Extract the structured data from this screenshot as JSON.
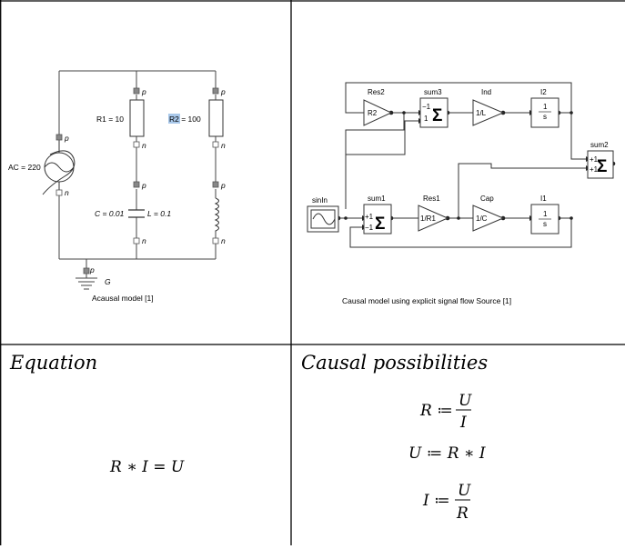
{
  "acausal": {
    "r1_label": "R1 = 10",
    "r2_label": "R2 = 100",
    "ac_label": "AC = 220",
    "c_label": "C = 0.01",
    "l_label": "L = 0.1",
    "port_p": "p",
    "port_n": "n",
    "ground_label": "G",
    "caption": "Acausal model [1]"
  },
  "causal": {
    "blocks": {
      "res2_title": "Res2",
      "res2_gain": "R2",
      "sum3_title": "sum3",
      "sum3_in1": "−1",
      "sum3_in2": "1",
      "ind_title": "Ind",
      "ind_gain": "1/L",
      "i2_title": "I2",
      "i2_num": "1",
      "i2_den": "s",
      "sum2_title": "sum2",
      "sum2_in1": "+1",
      "sum2_in2": "+1",
      "sinin_title": "sinIn",
      "sum1_title": "sum1",
      "sum1_in1": "+1",
      "sum1_in2": "−1",
      "res1_title": "Res1",
      "res1_gain": "1/R1",
      "cap_title": "Cap",
      "cap_gain": "1/C",
      "i1_title": "I1",
      "i1_num": "1",
      "i1_den": "s",
      "sigma": "Σ"
    },
    "caption": "Causal model using explicit signal flow Source [1]"
  },
  "equation": {
    "header": "Equation",
    "formula": "R ∗ I = U"
  },
  "causal_possibilities": {
    "header": "Causal possibilities",
    "r_lhs": "R ≔",
    "r_num": "U",
    "r_den": "I",
    "u_formula": "U ≔ R ∗ I",
    "i_lhs": "I ≔",
    "i_num": "U",
    "i_den": "R"
  }
}
